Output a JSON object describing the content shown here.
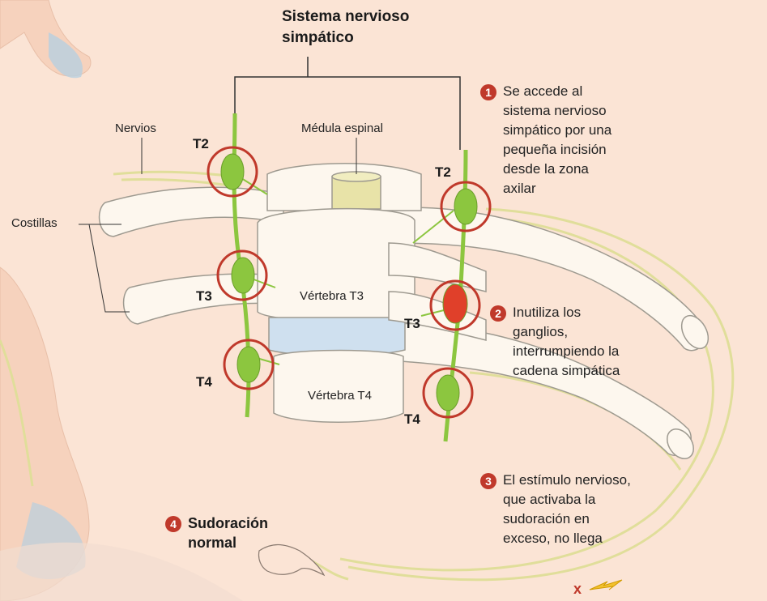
{
  "title_line1": "Sistema nervioso",
  "title_line2": "simpático",
  "labels": {
    "nervios": "Nervios",
    "costillas": "Costillas",
    "medula": "Médula espinal",
    "vertebra_t3": "Vértebra T3",
    "vertebra_t4": "Vértebra T4",
    "left_t2": "T2",
    "left_t3": "T3",
    "left_t4": "T4",
    "right_t2": "T2",
    "right_t3": "T3",
    "right_t4": "T4"
  },
  "steps": [
    {
      "number": "1",
      "lines": [
        "Se accede al",
        "sistema nervioso",
        "simpático por una",
        "pequeña incisión",
        "desde la zona",
        "axilar"
      ]
    },
    {
      "number": "2",
      "lines": [
        "Inutiliza los",
        "ganglios,",
        "interrumpiendo la",
        "cadena simpática"
      ]
    },
    {
      "number": "3",
      "lines": [
        "El estímulo nervioso,",
        "que activaba la",
        "sudoración en",
        "exceso, no llega"
      ]
    },
    {
      "number": "4",
      "lines": [
        "Sudoración",
        "normal"
      ]
    }
  ],
  "colors": {
    "background": "#fbe4d5",
    "bone": "#fdf7ee",
    "nerve": "#8cc63f",
    "highlight_circle": "#c0392b",
    "disc": "#cfe0ef",
    "spinal_cord": "#e8e3a8"
  }
}
